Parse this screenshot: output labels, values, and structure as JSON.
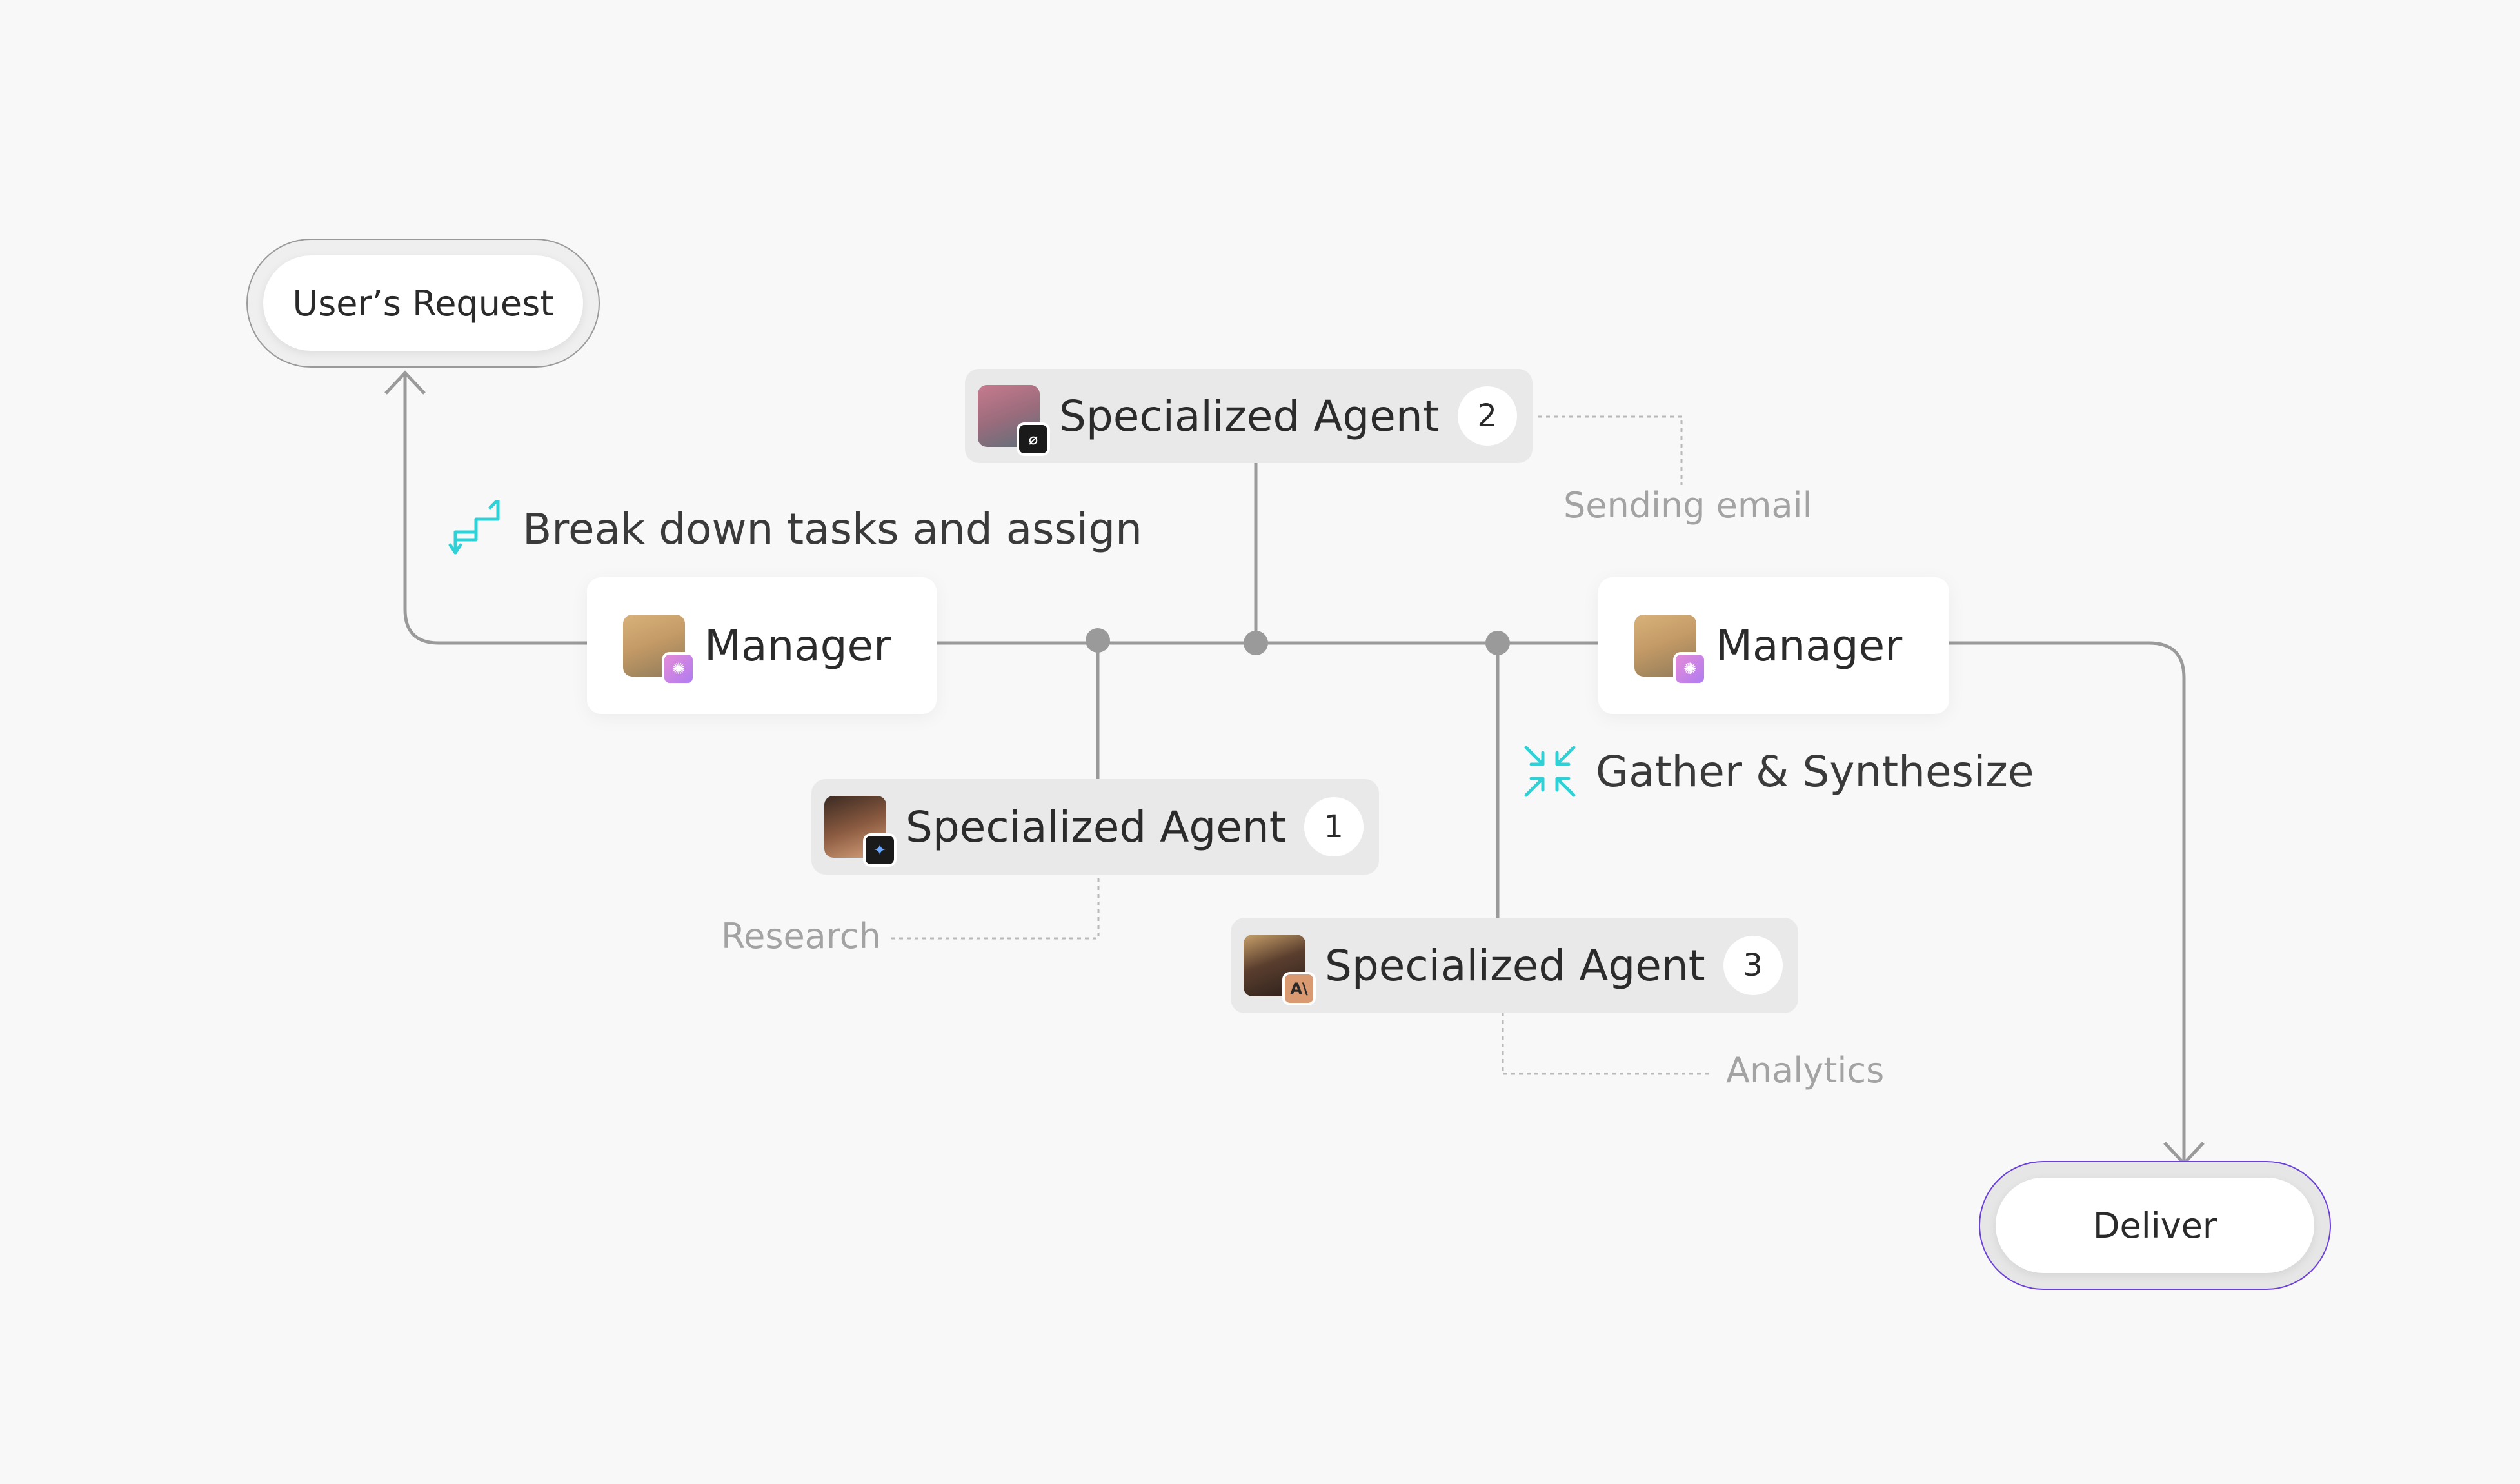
{
  "nodes": {
    "user_request": "User’s Request",
    "deliver": "Deliver",
    "manager_left": "Manager",
    "manager_right": "Manager",
    "agent_1": {
      "label": "Specialized Agent",
      "number": "1",
      "task": "Research"
    },
    "agent_2": {
      "label": "Specialized Agent",
      "number": "2",
      "task": "Sending email"
    },
    "agent_3": {
      "label": "Specialized Agent",
      "number": "3",
      "task": "Analytics"
    }
  },
  "annotations": {
    "break_down": "Break down tasks and assign",
    "gather": "Gather & Synthesize"
  },
  "colors": {
    "wire": "#9a9a9a",
    "accent_cyan": "#2fd0d6",
    "deliver_outline": "#6b3fd9"
  },
  "icons": {
    "break_down": "split-arrows-icon",
    "gather": "collapse-arrows-icon"
  }
}
